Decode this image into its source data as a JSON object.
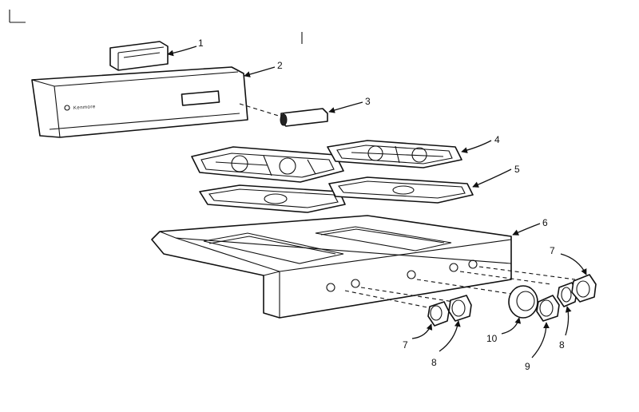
{
  "panel_brand_text": "Kenmore",
  "callouts": [
    {
      "id": "c1",
      "label": "1"
    },
    {
      "id": "c2",
      "label": "2"
    },
    {
      "id": "c3",
      "label": "3"
    },
    {
      "id": "c4",
      "label": "4"
    },
    {
      "id": "c5",
      "label": "5"
    },
    {
      "id": "c6",
      "label": "6"
    },
    {
      "id": "c7a",
      "label": "7"
    },
    {
      "id": "c7b",
      "label": "7"
    },
    {
      "id": "c8a",
      "label": "8"
    },
    {
      "id": "c8b",
      "label": "8"
    },
    {
      "id": "c9",
      "label": "9"
    },
    {
      "id": "c10",
      "label": "10"
    }
  ]
}
